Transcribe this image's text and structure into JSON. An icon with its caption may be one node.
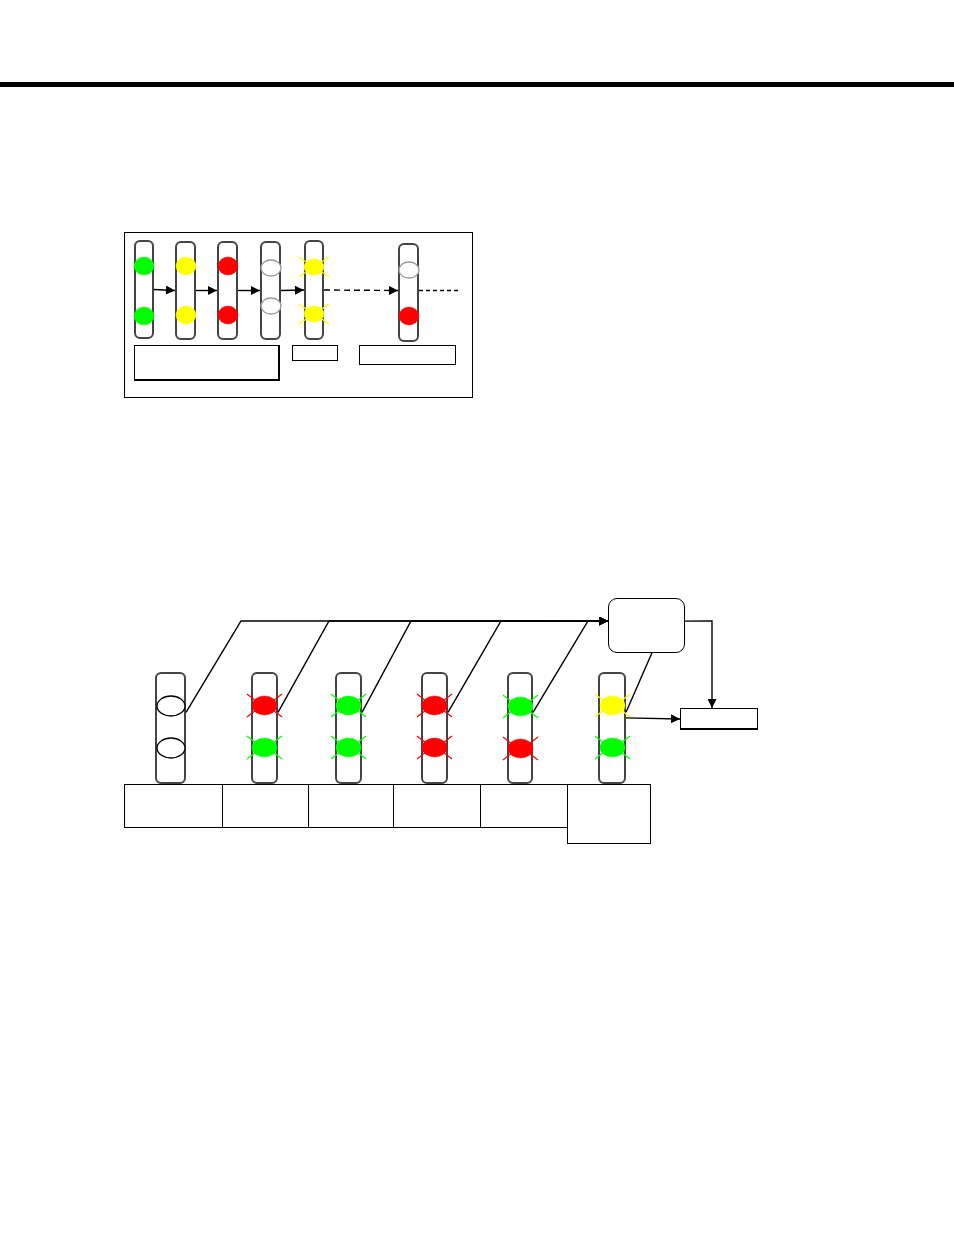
{
  "diagram": {
    "nodes": [
      {
        "text": [],
        "shape": "box"
      },
      {
        "text": [],
        "shape": "bar",
        "in": 0
      },
      {
        "text": [],
        "shape": "bar",
        "in": 0
      },
      {
        "text": [],
        "shape": "bar",
        "in": 0
      },
      {
        "text": [],
        "shape": "bar",
        "in": 0
      },
      {
        "text": [],
        "shape": "bar",
        "in": 0
      },
      {
        "text": [],
        "shape": "bar",
        "in": 0
      },
      {
        "text": [],
        "shape": "box",
        "in": 0
      },
      {
        "text": [],
        "shape": "box",
        "in": 0
      },
      {
        "text": [],
        "shape": "box",
        "in": 0
      },
      {
        "text": [],
        "shape": "box"
      },
      {
        "text": [],
        "shape": "bar"
      },
      {
        "text": [],
        "shape": "bar"
      },
      {
        "text": [],
        "shape": "bar"
      },
      {
        "text": [],
        "shape": "bar"
      },
      {
        "text": [],
        "shape": "bar"
      },
      {
        "text": [],
        "shape": "bar"
      },
      {
        "text": [],
        "shape": "box"
      },
      {
        "text": [],
        "shape": "box"
      },
      {
        "text": [],
        "shape": "box"
      },
      {
        "text": [],
        "shape": "box"
      },
      {
        "text": [],
        "shape": "box"
      },
      {
        "text": [],
        "shape": "box"
      },
      {
        "text": [],
        "shape": "box"
      }
    ],
    "edges": [
      {
        "from": 1,
        "to": 2,
        "arrow": "to"
      },
      {
        "from": 2,
        "to": 3,
        "arrow": "to"
      },
      {
        "from": 3,
        "to": 4,
        "arrow": "to"
      },
      {
        "from": 4,
        "to": 5,
        "arrow": "to"
      },
      {
        "from": 5,
        "to": 6,
        "arrow": "to",
        "style": "dashed"
      },
      {
        "from": 6,
        "to": null,
        "arrow": "none",
        "style": "dashed"
      },
      {
        "from": 11,
        "to": 10,
        "arrow": "to"
      },
      {
        "from": 12,
        "to": 10,
        "arrow": "to"
      },
      {
        "from": 13,
        "to": 10,
        "arrow": "to"
      },
      {
        "from": 14,
        "to": 10,
        "arrow": "to"
      },
      {
        "from": 15,
        "to": 10,
        "arrow": "to"
      },
      {
        "from": 16,
        "to": 10,
        "arrow": "none"
      },
      {
        "from": 10,
        "to": 17,
        "arrow": "to"
      },
      {
        "from": 16,
        "to": 17,
        "arrow": "to"
      }
    ]
  }
}
